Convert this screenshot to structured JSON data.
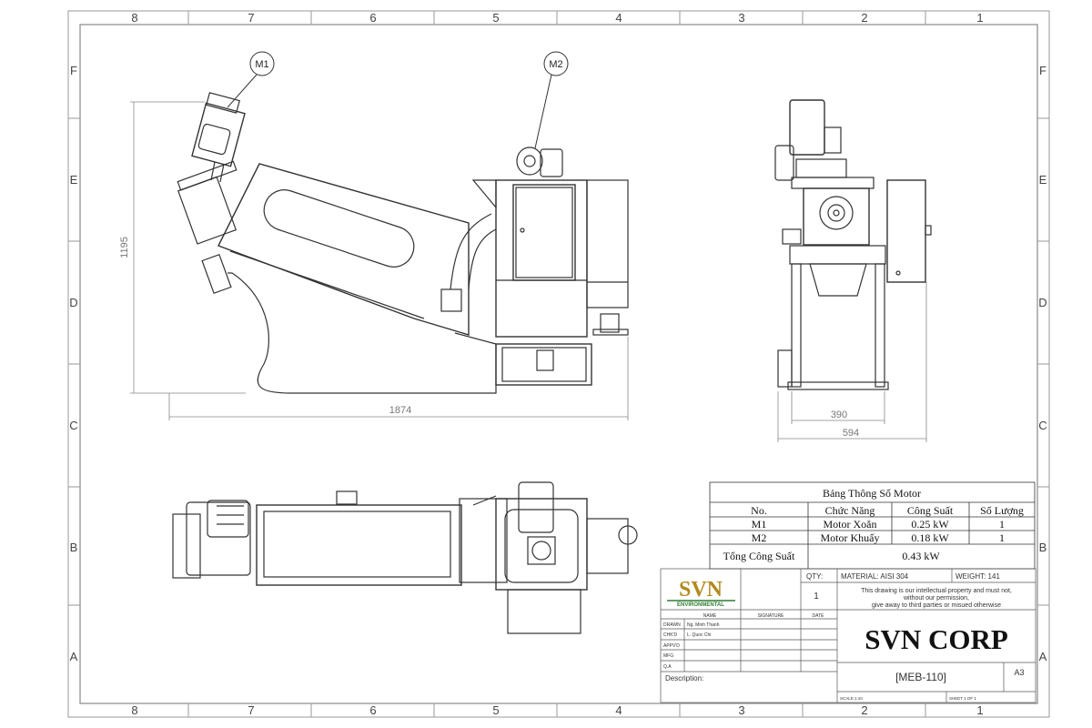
{
  "frame": {
    "cols_top": [
      "8",
      "7",
      "6",
      "5",
      "4",
      "3",
      "2",
      "1"
    ],
    "cols_bottom": [
      "8",
      "7",
      "6",
      "5",
      "4",
      "3",
      "2",
      "1"
    ],
    "rows": [
      "F",
      "E",
      "D",
      "C",
      "B",
      "A"
    ]
  },
  "balloons": {
    "m1": "M1",
    "m2": "M2"
  },
  "dimensions": {
    "height": "1195",
    "length": "1874",
    "inner_width": "390",
    "outer_width": "594"
  },
  "motor_table": {
    "title": "Bảng Thông Số Motor",
    "headers": [
      "No.",
      "Chức Năng",
      "Công Suất",
      "Số Lượng"
    ],
    "rows": [
      [
        "M1",
        "Motor Xoắn",
        "0.25 kW",
        "1"
      ],
      [
        "M2",
        "Motor Khuấy",
        "0.18 kW",
        "1"
      ]
    ],
    "total_label": "Tổng Công Suất",
    "total_value": "0.43 kW"
  },
  "title_block": {
    "logo_text": "SVN",
    "logo_sub": "ENVIRONMENTAL",
    "qty_label": "QTY:",
    "qty_value": "1",
    "material": "MATERIAL: AISI 304",
    "weight": "WEIGHT: 141",
    "notice": [
      "This drawing is our intellectual property and must not,",
      "without our permission,",
      "give away to third parties or misued otherwise"
    ],
    "col_name": "NAME",
    "col_signature": "SIGNATURE",
    "col_date": "DATE",
    "roles": [
      "DRAWN",
      "CHK'D",
      "APPV'D",
      "MFG",
      "Q.A"
    ],
    "names": [
      "Ng. Minh Thanh",
      "L. Quoc Chi",
      "",
      "",
      ""
    ],
    "company": "SVN CORP",
    "description_label": "Description:",
    "drawing_number": "[MEB-110]",
    "size": "A3",
    "scale": "SCALE:1:10",
    "sheet": "SHEET 1 OF 1"
  }
}
